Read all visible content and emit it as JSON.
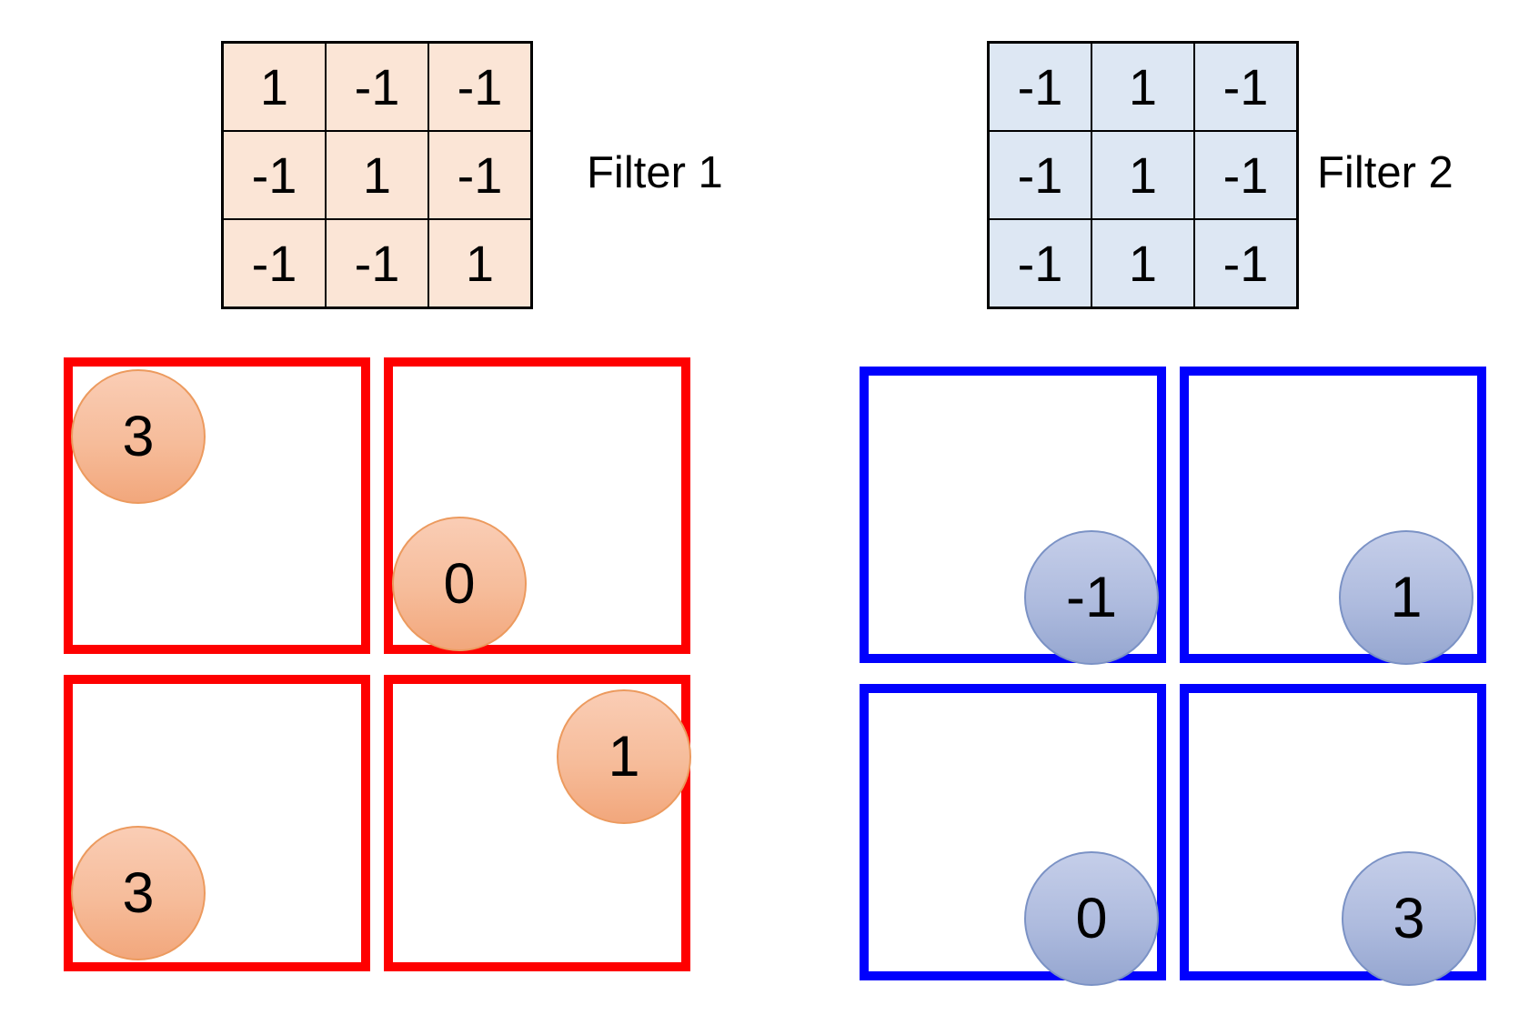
{
  "filters": [
    {
      "label": "Filter 1",
      "matrix": [
        [
          "1",
          "-1",
          "-1"
        ],
        [
          "-1",
          "1",
          "-1"
        ],
        [
          "-1",
          "-1",
          "1"
        ]
      ],
      "kernel_cell_fill": "#FBE5D6",
      "pool_window_border": "#FE0000",
      "circle_fill_top": "#FACDB5",
      "circle_fill_bottom": "#F2A77C",
      "max_values": [
        "3",
        "0",
        "3",
        "1"
      ]
    },
    {
      "label": "Filter 2",
      "matrix": [
        [
          "-1",
          "1",
          "-1"
        ],
        [
          "-1",
          "1",
          "-1"
        ],
        [
          "-1",
          "1",
          "-1"
        ]
      ],
      "kernel_cell_fill": "#DDE7F3",
      "pool_window_border": "#0101FD",
      "circle_fill_top": "#C5CEE9",
      "circle_fill_bottom": "#95A6D0",
      "max_values": [
        "-1",
        "1",
        "0",
        "3"
      ]
    }
  ]
}
